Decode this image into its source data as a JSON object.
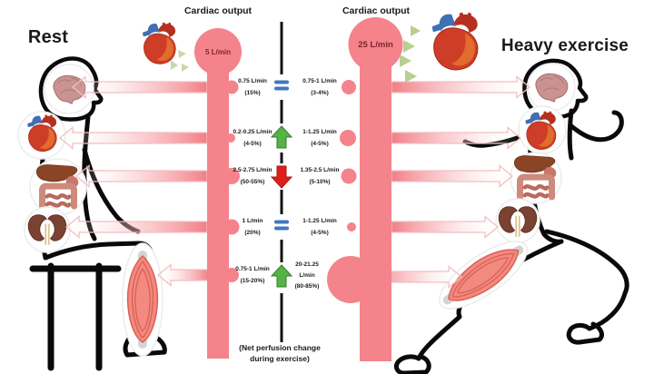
{
  "titles": {
    "rest": "Rest",
    "exercise": "Heavy exercise"
  },
  "header": {
    "cardiac_output_label_left": "Cardiac output",
    "cardiac_output_label_right": "Cardiac output",
    "rest_output": "5 L/min",
    "exercise_output": "25 L/min"
  },
  "rows": [
    {
      "organ": "brain",
      "rest_value": "0.75 L/min",
      "rest_pct": "(15%)",
      "change": "equal",
      "exercise_value": "0.75-1 L/min",
      "exercise_pct": "(3-4%)"
    },
    {
      "organ": "heart-coronary",
      "rest_value": "0.2-0.25 L/min",
      "rest_pct": "(4-5%)",
      "change": "increase",
      "exercise_value": "1-1.25 L/min",
      "exercise_pct": "(4-5%)"
    },
    {
      "organ": "liver-gut",
      "rest_value": "2.5-2.75 L/min",
      "rest_pct": "(50-55%)",
      "change": "decrease",
      "exercise_value": "1.35-2.5 L/min",
      "exercise_pct": "(5-10%)"
    },
    {
      "organ": "kidneys",
      "rest_value": "1 L/min",
      "rest_pct": "(20%)",
      "change": "equal",
      "exercise_value": "1-1.25 L/min",
      "exercise_pct": "(4-5%)"
    },
    {
      "organ": "skeletal-muscle",
      "rest_value": "0.75-1 L/min",
      "rest_pct": "(15-20%)",
      "change": "increase",
      "exercise_value": "20-21.25 L/min",
      "exercise_pct": "(80-85%)"
    }
  ],
  "footnote": "(Net perfusion change during exercise)",
  "colors": {
    "flow_pink": "#F4838C",
    "equal_blue": "#4077BE",
    "increase_green": "#55B244",
    "decrease_red": "#DE1F1A"
  }
}
